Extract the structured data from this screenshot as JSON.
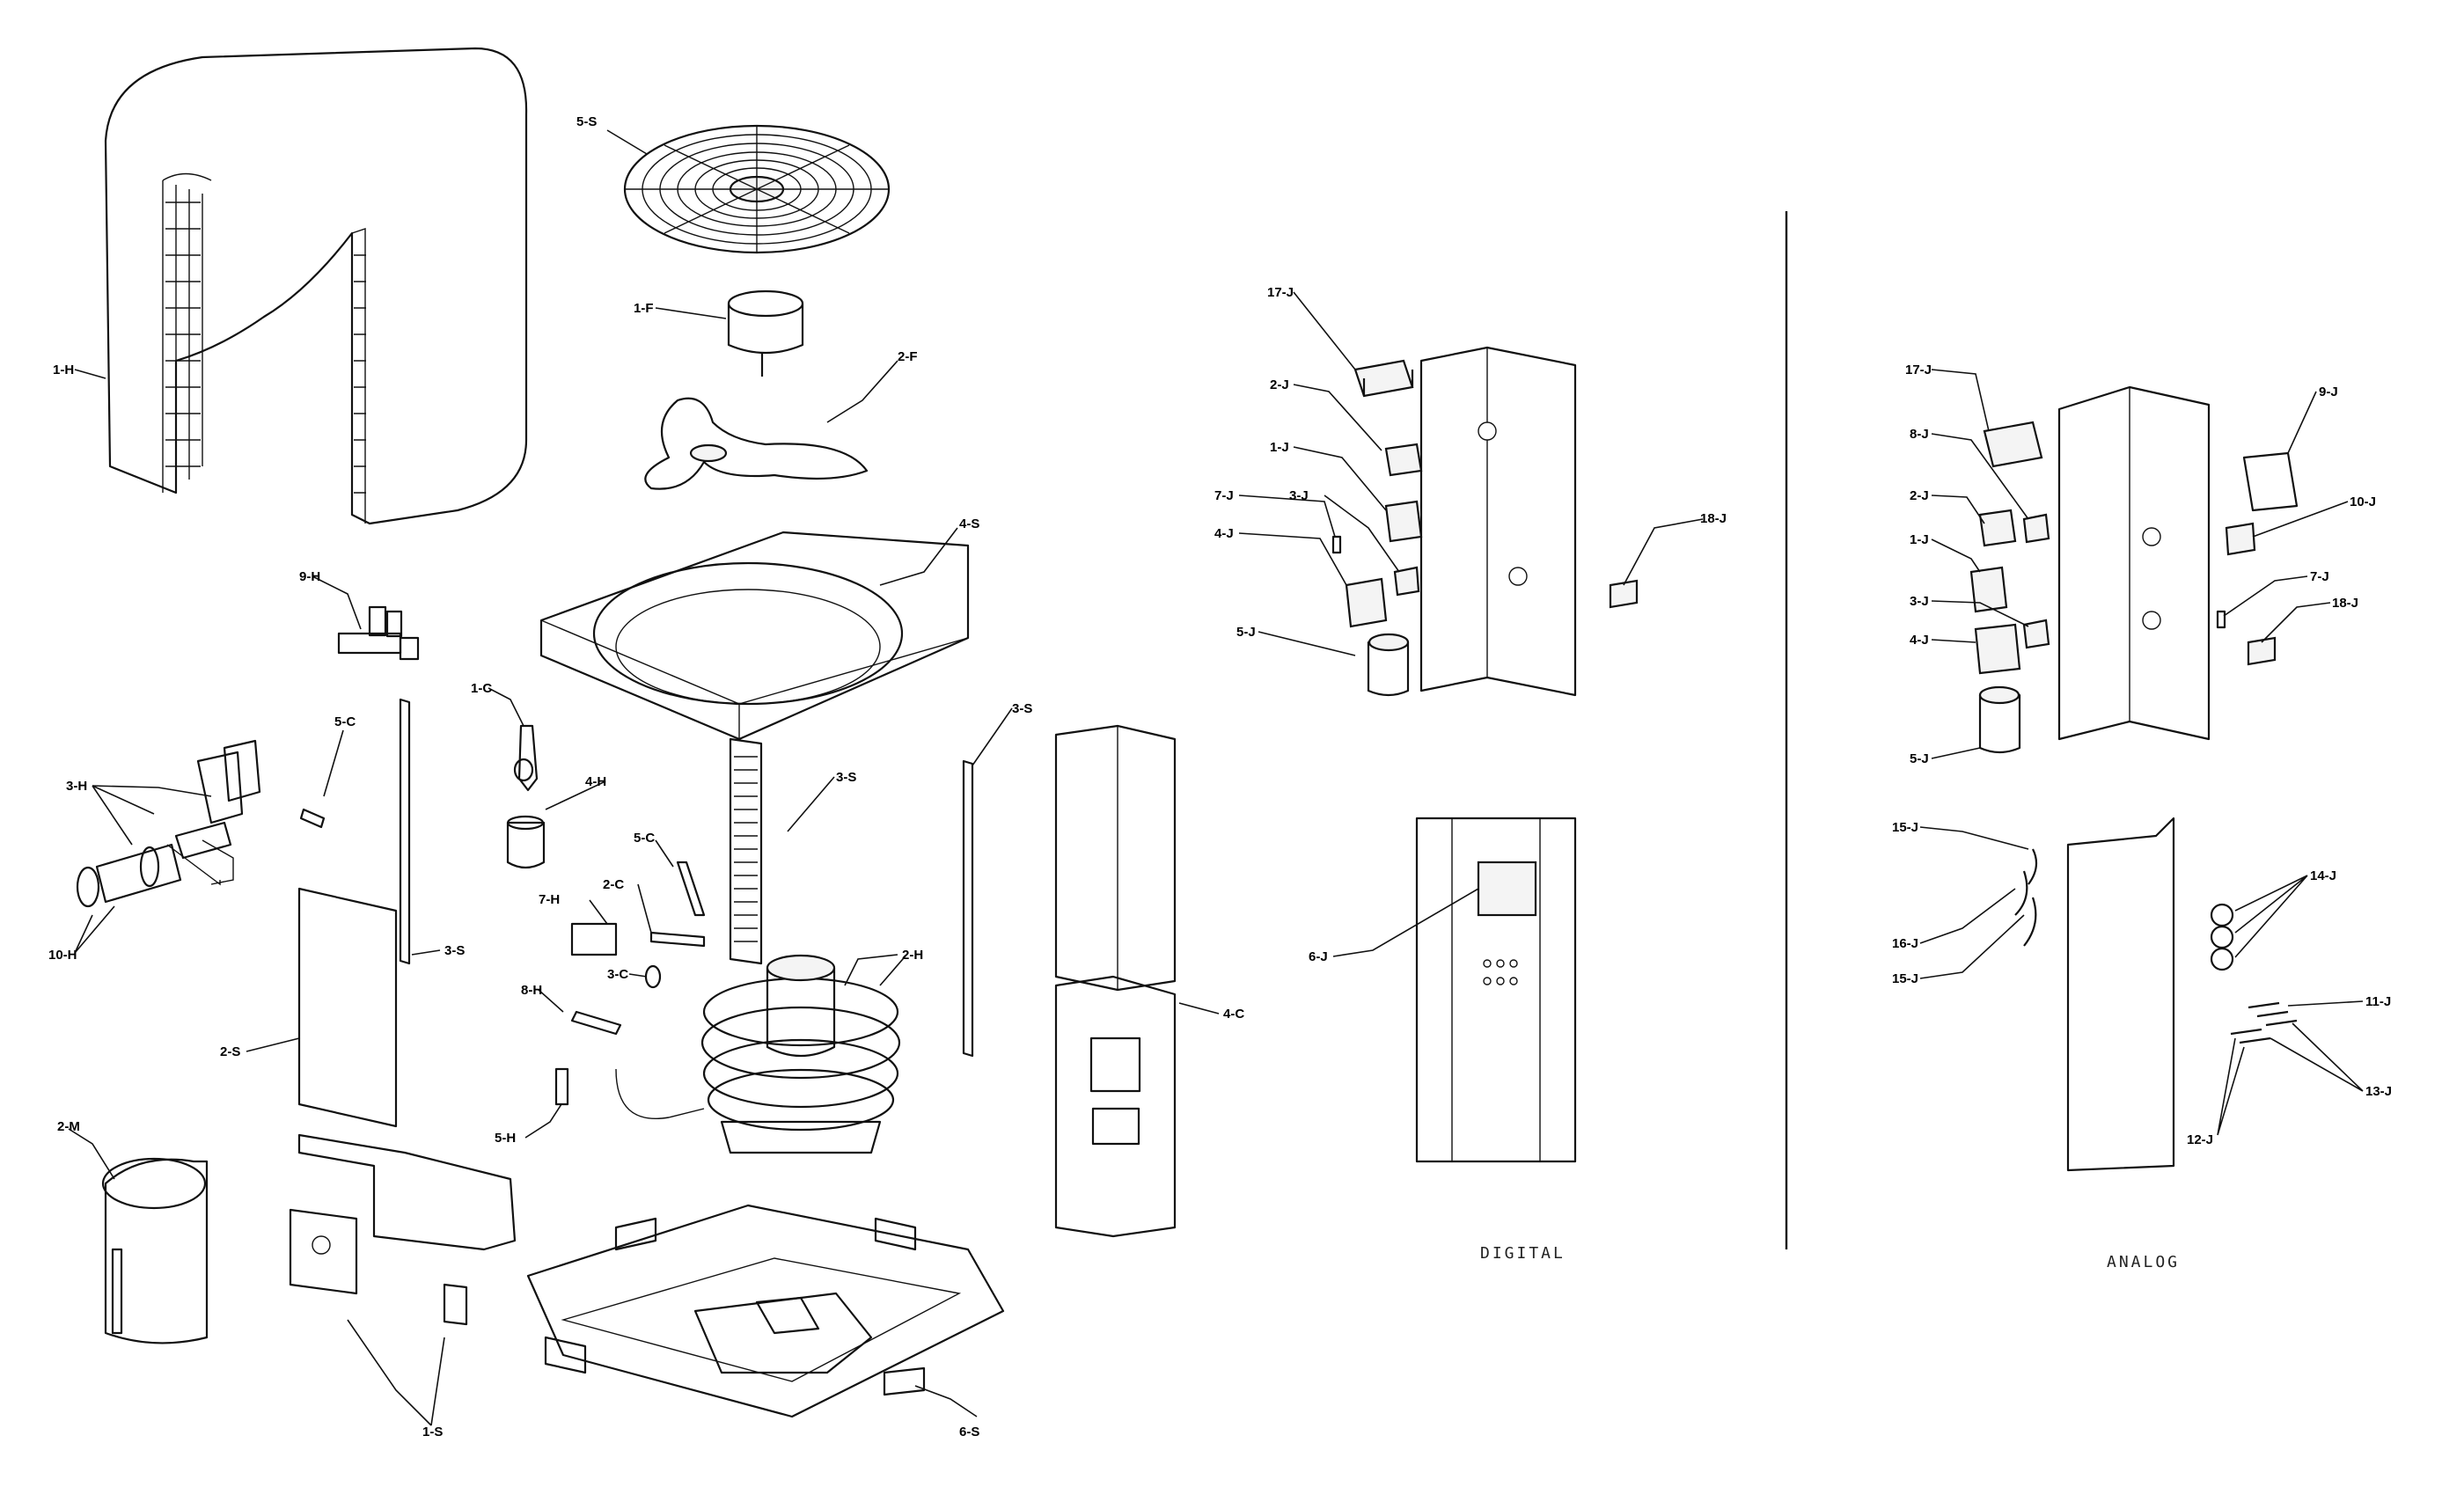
{
  "diagram": {
    "section_captions": {
      "digital": "DIGITAL",
      "analog": "ANALOG"
    },
    "callouts": {
      "h1": "1-H",
      "h2": "2-H",
      "h3": "3-H",
      "h4": "4-H",
      "h5": "5-H",
      "h7": "7-H",
      "h8": "8-H",
      "h9": "9-H",
      "h10": "10-H",
      "m2": "2-M",
      "s1": "1-S",
      "s2": "2-S",
      "s3a": "3-S",
      "s3b": "3-S",
      "s3c": "3-S",
      "s4": "4-S",
      "s5": "5-S",
      "s6": "6-S",
      "f1": "1-F",
      "f2": "2-F",
      "c1": "1-C",
      "c2": "2-C",
      "c3": "3-C",
      "c4": "4-C",
      "c5a": "5-C",
      "c5b": "5-C",
      "dj1": "1-J",
      "dj2": "2-J",
      "dj3": "3-J",
      "dj4": "4-J",
      "dj5": "5-J",
      "dj6": "6-J",
      "dj7": "7-J",
      "dj17": "17-J",
      "dj18": "18-J",
      "aj1": "1-J",
      "aj2": "2-J",
      "aj3": "3-J",
      "aj4": "4-J",
      "aj5": "5-J",
      "aj7": "7-J",
      "aj8": "8-J",
      "aj9": "9-J",
      "aj10": "10-J",
      "aj11": "11-J",
      "aj12": "12-J",
      "aj13": "13-J",
      "aj14": "14-J",
      "aj15a": "15-J",
      "aj15b": "15-J",
      "aj16": "16-J",
      "aj17": "17-J",
      "aj18": "18-J"
    }
  }
}
